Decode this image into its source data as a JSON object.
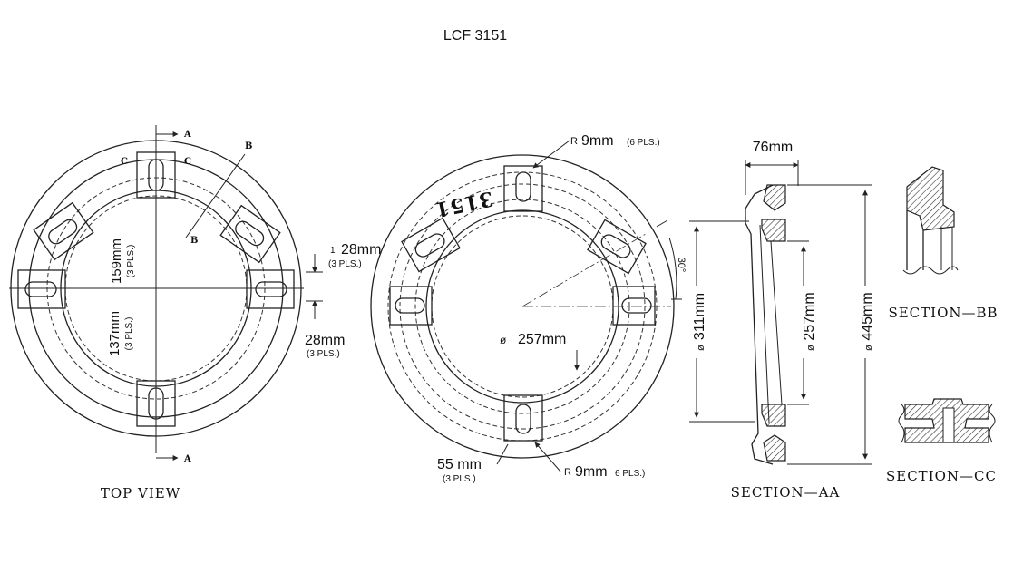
{
  "title": "LCF 3151",
  "top_view": {
    "caption": "TOP VIEW",
    "section_a": "A",
    "section_b": "B",
    "section_c": "C",
    "dim_159": "159mm",
    "dim_137": "137mm",
    "dim_28_top": "28mm",
    "dim_28_bottom": "28mm",
    "pls_3": "(3 PLS.)",
    "one": "1"
  },
  "bottom_view": {
    "casting_mark": "3151",
    "r9_top": "9mm",
    "r9_top_pls": "(6 PLS.)",
    "r9_bottom": "9mm",
    "r9_bottom_pls": "6 PLS.)",
    "r_prefix": "R",
    "dia_257": "257mm",
    "dia_prefix": "ø",
    "dim_55": "55 mm",
    "pls_3": "(3 PLS.)",
    "angle_30": "30°"
  },
  "section_aa": {
    "caption": "SECTION—AA",
    "dim_76": "76mm",
    "dim_311": "311mm",
    "dim_257": "257mm",
    "dim_445": "445mm",
    "dia_prefix": "ø"
  },
  "section_bb": {
    "caption": "SECTION—BB"
  },
  "section_cc": {
    "caption": "SECTION—CC"
  }
}
